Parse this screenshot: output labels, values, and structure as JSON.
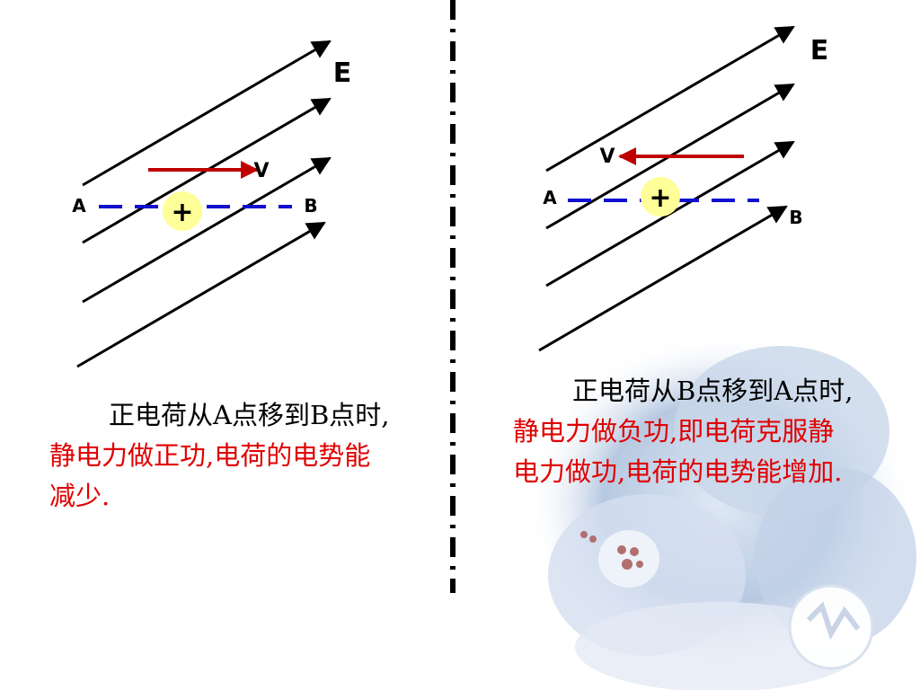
{
  "left": {
    "field_label": "E",
    "velocity_label": "V",
    "point_a": "A",
    "point_b": "B",
    "charge_sign": "+",
    "text_black": "正电荷从A点移到B点时,",
    "text_red": "静电力做正功,电荷的电势能减少."
  },
  "right": {
    "field_label": "E",
    "velocity_label": "V",
    "point_a": "A",
    "point_b": "B",
    "charge_sign": "+",
    "text_black": "正电荷从B点移到A点时,",
    "text_red": "静电力做负功,即电荷克服静电力做功,电荷的电势能增加."
  },
  "colors": {
    "field_line": "#000000",
    "velocity_arrow": "#c00000",
    "path_dashes": "#1010d0",
    "charge_fill": "#ffff99",
    "highlight_text": "#e00000"
  }
}
